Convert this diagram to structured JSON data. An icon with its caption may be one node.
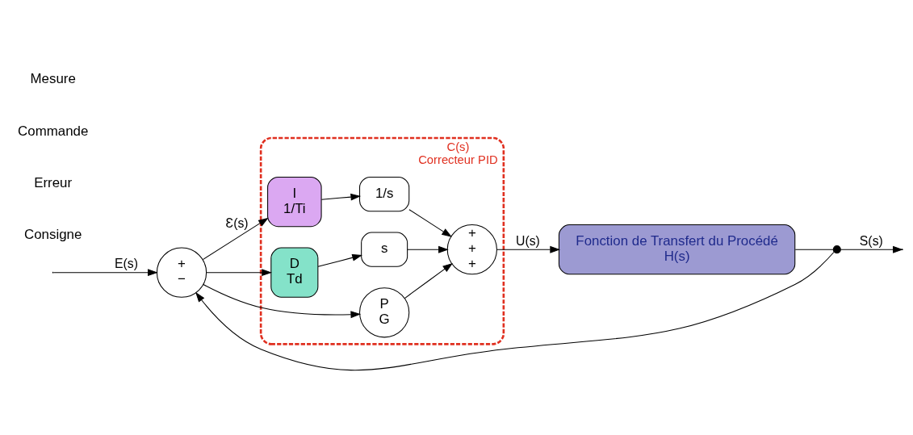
{
  "diagram": {
    "nodes": [
      {
        "text": [
          "C(s)",
          "Correcteur PID"
        ]
      },
      {
        "text": [
          "+",
          "−"
        ]
      },
      {
        "text": [
          "P",
          "G"
        ],
        "in": 0
      },
      {
        "text": [
          "I",
          "1/Ti"
        ],
        "in": 0
      },
      {
        "text": [
          "D",
          "Td"
        ],
        "in": 0
      },
      {
        "text": [
          "1/s"
        ],
        "in": 0
      },
      {
        "text": [
          "s"
        ],
        "in": 0
      },
      {
        "text": [
          "+",
          "+",
          "+"
        ],
        "in": 0
      },
      {
        "text": [
          "Fonction de Transfert du Procédé",
          "H(s)"
        ]
      },
      {
        "text": [],
        "shape": "circle"
      }
    ],
    "edges": [
      {
        "from": null,
        "to": 1,
        "arrow": "to",
        "label": "E(s)"
      },
      {
        "from": 1,
        "to": 2,
        "arrow": "to"
      },
      {
        "from": 1,
        "to": 3,
        "arrow": "to",
        "label": "Ɛ(s)"
      },
      {
        "from": 1,
        "to": 4,
        "arrow": "to"
      },
      {
        "from": 2,
        "to": 7,
        "arrow": "to"
      },
      {
        "from": 3,
        "to": 5,
        "arrow": "to"
      },
      {
        "from": 5,
        "to": 7,
        "arrow": "to"
      },
      {
        "from": 4,
        "to": 6,
        "arrow": "to"
      },
      {
        "from": 6,
        "to": 7,
        "arrow": "to"
      },
      {
        "from": 7,
        "to": 8,
        "arrow": "to",
        "label": "U(s)"
      },
      {
        "from": 8,
        "to": 9,
        "arrow": "none"
      },
      {
        "from": 9,
        "to": null,
        "arrow": "to",
        "label": "S(s)"
      },
      {
        "from": 9,
        "to": 1,
        "arrow": "to"
      }
    ],
    "labels": [
      "Consigne",
      "Erreur",
      "Commande",
      "Mesure"
    ]
  }
}
